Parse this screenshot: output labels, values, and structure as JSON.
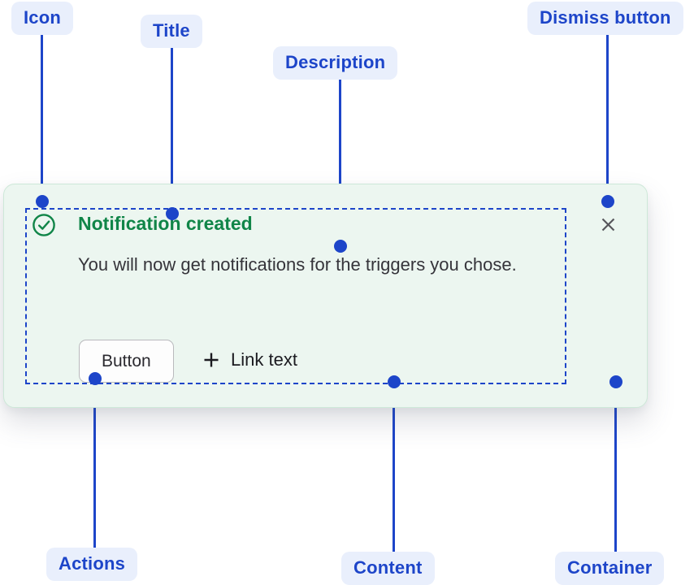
{
  "annotations": {
    "icon": "Icon",
    "title": "Title",
    "description": "Description",
    "dismiss": "Dismiss button",
    "actions": "Actions",
    "content": "Content",
    "container": "Container"
  },
  "notification": {
    "title": "Notification created",
    "description": "You will now get notifications for the triggers you chose.",
    "button_label": "Button",
    "link_label": "Link text",
    "status": "success",
    "icons": {
      "status": "check-circle-icon",
      "link": "plus-icon",
      "dismiss": "close-icon"
    }
  },
  "colors": {
    "annotation_blue": "#1d45c9",
    "annotation_pill_bg": "#e9effc",
    "success_green": "#108548",
    "card_bg": "#ecf6f0",
    "card_border": "#cde8d8",
    "body_text": "#35343a",
    "dismiss_gray": "#57565c",
    "button_border": "#b9b9bd"
  }
}
